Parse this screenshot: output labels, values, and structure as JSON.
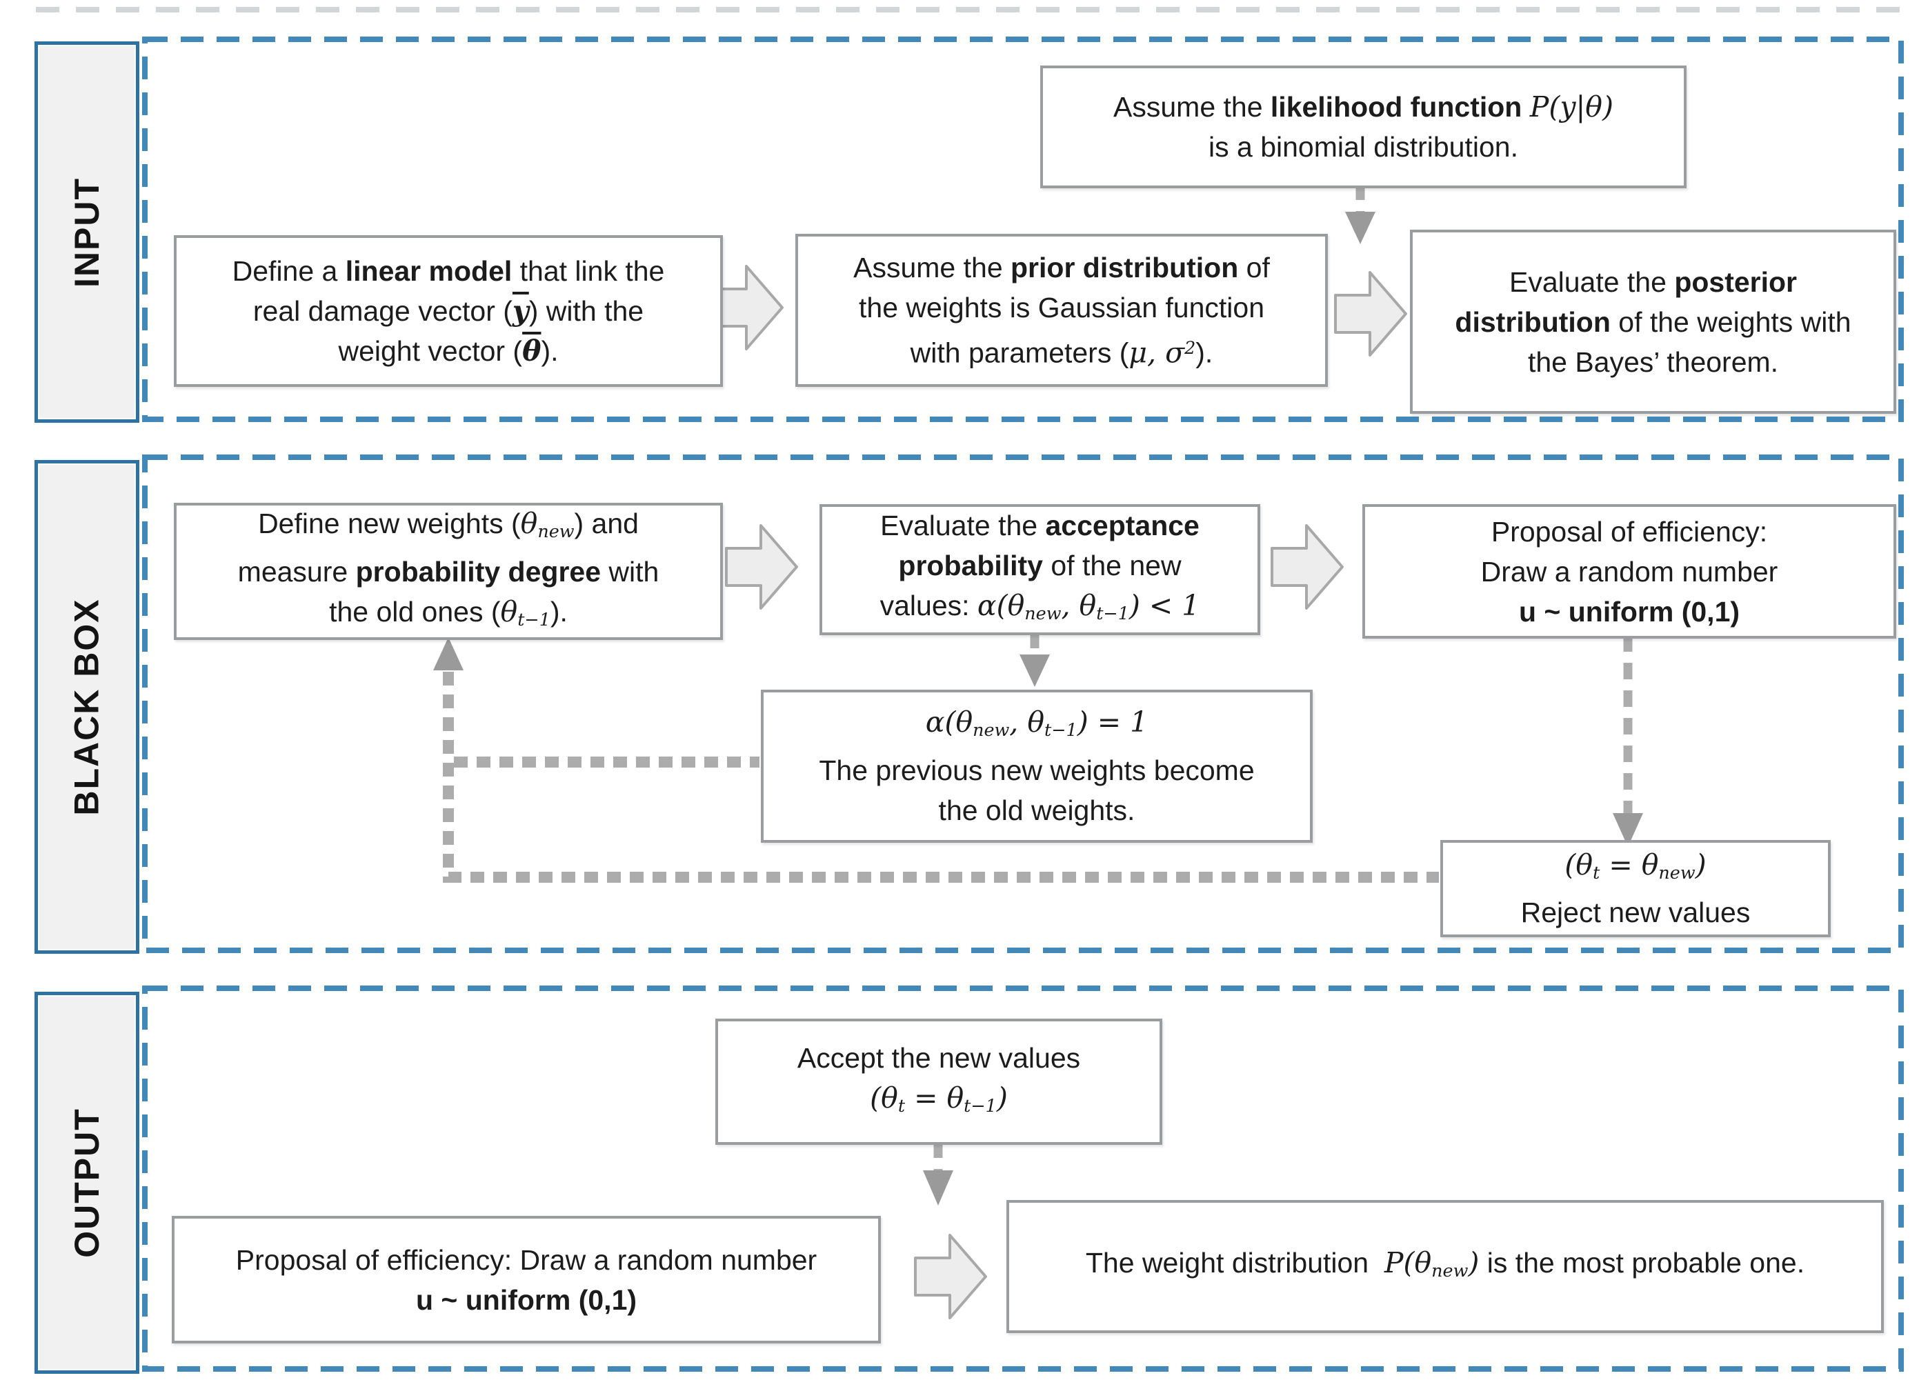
{
  "palette": {
    "container_border": "#4289b9",
    "label_border": "#2d72a0",
    "label_fill": "#f1f1f1",
    "box_border": "#999d9f",
    "arrow_fill": "#ededed",
    "arrow_border": "#a8a8a8",
    "connector": "#acacac",
    "arrowhead": "#9a9a9a",
    "text": "#1c1c1c",
    "remnant": "#c9ced2"
  },
  "sections": {
    "input": {
      "label": "INPUT"
    },
    "blackbox": {
      "label": "BLACK BOX"
    },
    "output": {
      "label": "OUTPUT"
    }
  },
  "boxes": {
    "likelihood": {
      "lines": [
        [
          {
            "t": "Assume the "
          },
          {
            "t": "likelihood function",
            "b": true
          },
          {
            "t": " "
          },
          {
            "t": "P(y|θ)",
            "m": true
          }
        ],
        [
          {
            "t": "is a binomial distribution."
          }
        ]
      ]
    },
    "linear_model": {
      "lines": [
        [
          {
            "t": "Define a "
          },
          {
            "t": "linear model",
            "b": true
          },
          {
            "t": " that link the"
          }
        ],
        [
          {
            "t": "real damage vector ("
          },
          {
            "t": "y",
            "m": true,
            "b": true,
            "ov": true
          },
          {
            "t": ") with the"
          }
        ],
        [
          {
            "t": "weight vector ("
          },
          {
            "t": "θ",
            "m": true,
            "b": true,
            "ov": true
          },
          {
            "t": ")."
          }
        ]
      ]
    },
    "prior": {
      "lines": [
        [
          {
            "t": "Assume the "
          },
          {
            "t": "prior distribution",
            "b": true
          },
          {
            "t": " of"
          }
        ],
        [
          {
            "t": "the weights is Gaussian function"
          }
        ],
        [
          {
            "t": "with parameters ("
          },
          {
            "t": "μ, σ",
            "m": true
          },
          {
            "t": "2",
            "m": true,
            "sup": true
          },
          {
            "t": ")."
          }
        ]
      ]
    },
    "posterior": {
      "lines": [
        [
          {
            "t": "Evaluate the "
          },
          {
            "t": "posterior",
            "b": true
          }
        ],
        [
          {
            "t": "distribution",
            "b": true
          },
          {
            "t": " of the weights with"
          }
        ],
        [
          {
            "t": "the Bayes’ theorem."
          }
        ]
      ]
    },
    "define_new": {
      "lines": [
        [
          {
            "t": "Define new weights ("
          },
          {
            "t": "θ",
            "m": true
          },
          {
            "t": "new",
            "m": true,
            "sub": true
          },
          {
            "t": ") and"
          }
        ],
        [
          {
            "t": "measure "
          },
          {
            "t": "probability degree",
            "b": true
          },
          {
            "t": " with"
          }
        ],
        [
          {
            "t": "the old ones ("
          },
          {
            "t": "θ",
            "m": true
          },
          {
            "t": "t−1",
            "m": true,
            "sub": true
          },
          {
            "t": ")."
          }
        ]
      ]
    },
    "acceptance": {
      "lines": [
        [
          {
            "t": "Evaluate the "
          },
          {
            "t": "acceptance",
            "b": true
          }
        ],
        [
          {
            "t": "probability",
            "b": true
          },
          {
            "t": " of the new"
          }
        ],
        [
          {
            "t": "values: "
          },
          {
            "t": "α(θ",
            "m": true
          },
          {
            "t": "new",
            "m": true,
            "sub": true
          },
          {
            "t": ", θ",
            "m": true
          },
          {
            "t": "t−1",
            "m": true,
            "sub": true
          },
          {
            "t": ") < 1",
            "m": true
          }
        ]
      ]
    },
    "alpha_equal": {
      "lines": [
        [
          {
            "t": "α(θ",
            "m": true
          },
          {
            "t": "new",
            "m": true,
            "sub": true
          },
          {
            "t": ", θ",
            "m": true
          },
          {
            "t": "t−1",
            "m": true,
            "sub": true
          },
          {
            "t": ") = 1",
            "m": true
          }
        ],
        [
          {
            "t": "The previous new weights become"
          }
        ],
        [
          {
            "t": "the old weights."
          }
        ]
      ]
    },
    "proposal_bb": {
      "lines": [
        [
          {
            "t": "Proposal of efficiency:"
          }
        ],
        [
          {
            "t": "Draw a random number"
          }
        ],
        [
          {
            "t": "u ~ uniform (0,1)",
            "b": true
          }
        ]
      ]
    },
    "reject": {
      "lines": [
        [
          {
            "t": "(θ",
            "m": true
          },
          {
            "t": "t",
            "m": true,
            "sub": true
          },
          {
            "t": " = θ",
            "m": true
          },
          {
            "t": "new",
            "m": true,
            "sub": true
          },
          {
            "t": ")",
            "m": true
          }
        ],
        [
          {
            "t": "Reject new values"
          }
        ]
      ]
    },
    "accept": {
      "lines": [
        [
          {
            "t": "Accept the new values"
          }
        ],
        [
          {
            "t": "(θ",
            "m": true
          },
          {
            "t": "t",
            "m": true,
            "sub": true
          },
          {
            "t": " = θ",
            "m": true
          },
          {
            "t": "t−1",
            "m": true,
            "sub": true
          },
          {
            "t": ")",
            "m": true
          }
        ]
      ]
    },
    "proposal_out": {
      "lines": [
        [
          {
            "t": "Proposal of efficiency: Draw a random number"
          }
        ],
        [
          {
            "t": "u ~ uniform (0,1)",
            "b": true
          }
        ]
      ]
    },
    "weight_dist": {
      "lines": [
        [
          {
            "t": "The weight distribution  "
          },
          {
            "t": "P(θ",
            "m": true
          },
          {
            "t": "new",
            "m": true,
            "sub": true
          },
          {
            "t": ")",
            "m": true
          },
          {
            "t": " is the most probable one."
          }
        ]
      ]
    }
  }
}
